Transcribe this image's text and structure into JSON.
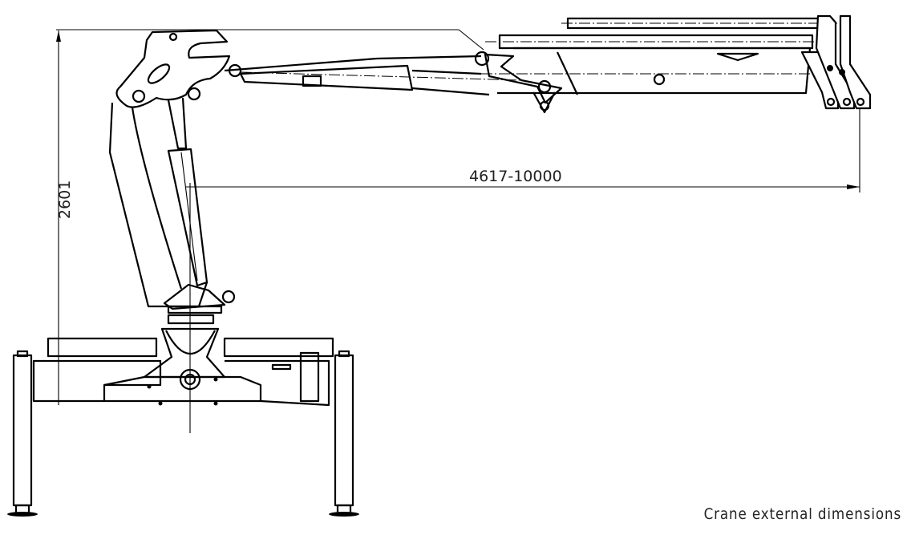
{
  "drawing": {
    "caption": "Crane external dimensions",
    "dimensions": {
      "height": "2601",
      "reach": "4617-10000"
    }
  },
  "colors": {
    "line": "#000000",
    "background": "#ffffff",
    "text": "#222222"
  }
}
